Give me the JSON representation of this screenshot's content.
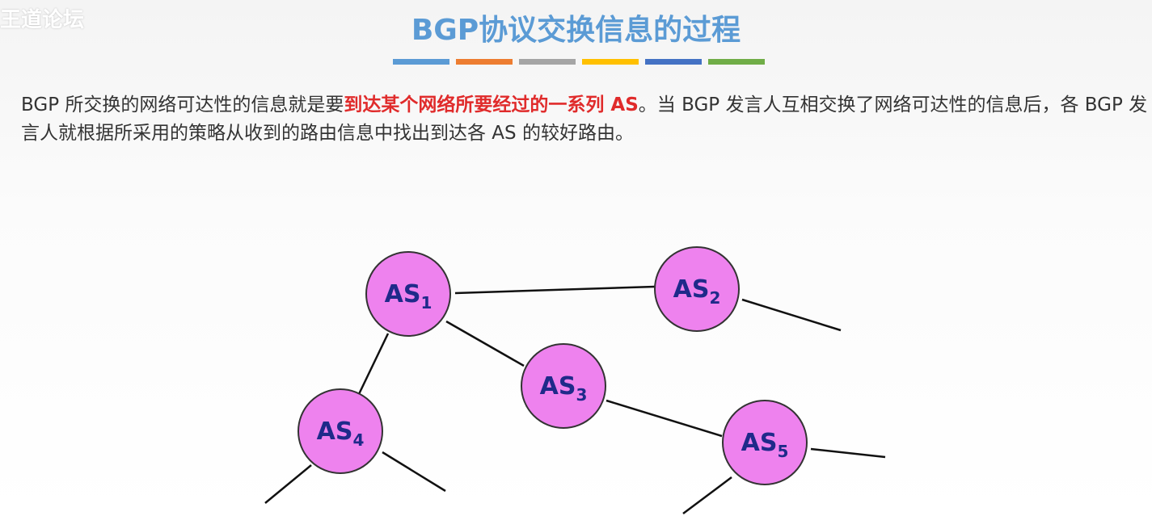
{
  "watermark": "王道论坛",
  "title": "BGP协议交换信息的过程",
  "stripe_colors": [
    "#5b9bd5",
    "#ed7d31",
    "#a5a5a5",
    "#ffc000",
    "#4472c4",
    "#70ad47"
  ],
  "paragraph": {
    "part1": "BGP 所交换的网络可达性的信息就是要",
    "highlight": "到达某个网络所要经过的一系列 AS",
    "part2": "。当 BGP 发言人互相交换了网络可达性的信息后，各 BGP 发言人就根据所采用的策略从收到的路由信息中找出到达各 AS 的较好路由。"
  },
  "nodes": [
    {
      "id": "as1",
      "label": "AS",
      "sub": "1"
    },
    {
      "id": "as2",
      "label": "AS",
      "sub": "2"
    },
    {
      "id": "as3",
      "label": "AS",
      "sub": "3"
    },
    {
      "id": "as4",
      "label": "AS",
      "sub": "4"
    },
    {
      "id": "as5",
      "label": "AS",
      "sub": "5"
    }
  ],
  "colors": {
    "node_fill": "#ee82ee",
    "node_text": "#1f2a8a",
    "highlight": "#e02b2b",
    "title": "#5b9bd5"
  }
}
